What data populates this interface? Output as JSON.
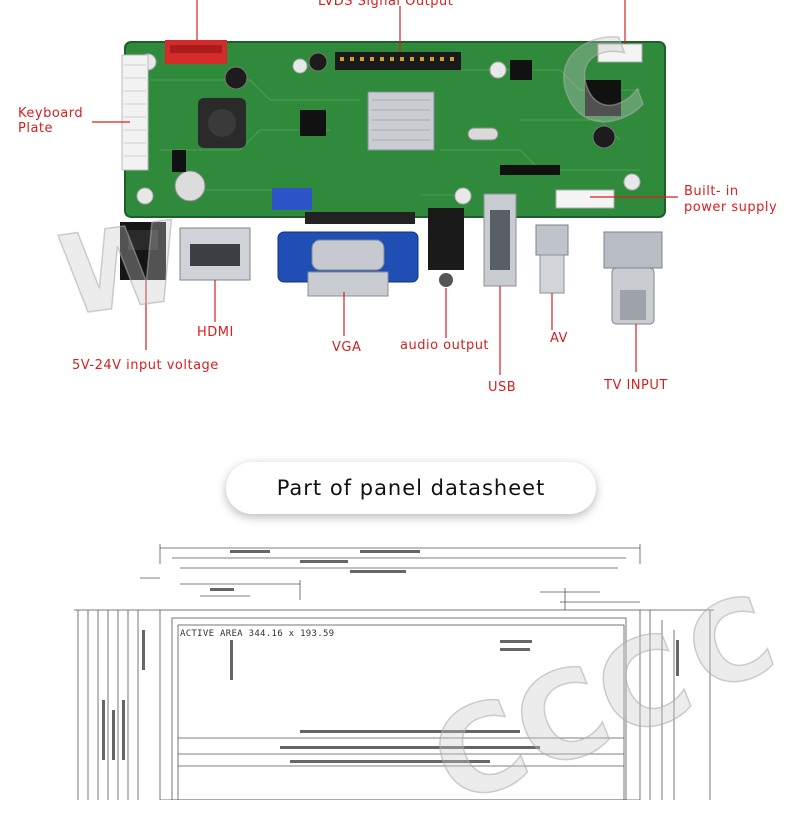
{
  "callouts": {
    "lvds": "LVDS Signal Output",
    "keyboard_line1": "Keyboard",
    "keyboard_line2": "Plate",
    "builtin_line1": "Built- in",
    "builtin_line2": "power supply",
    "hdmi": "HDMI",
    "voltage": "5V-24V input voltage",
    "vga": "VGA",
    "audio": "audio output",
    "av": "AV",
    "usb": "USB",
    "tv": "TV INPUT"
  },
  "section_title": "Part of panel datasheet",
  "datasheet": {
    "active_area": "ACTIVE AREA 344.16 x 193.59"
  },
  "colors": {
    "callout_red": "#d7201f",
    "pcb_green": "#2f8a3c",
    "connector_blue": "#1f4fb5"
  }
}
